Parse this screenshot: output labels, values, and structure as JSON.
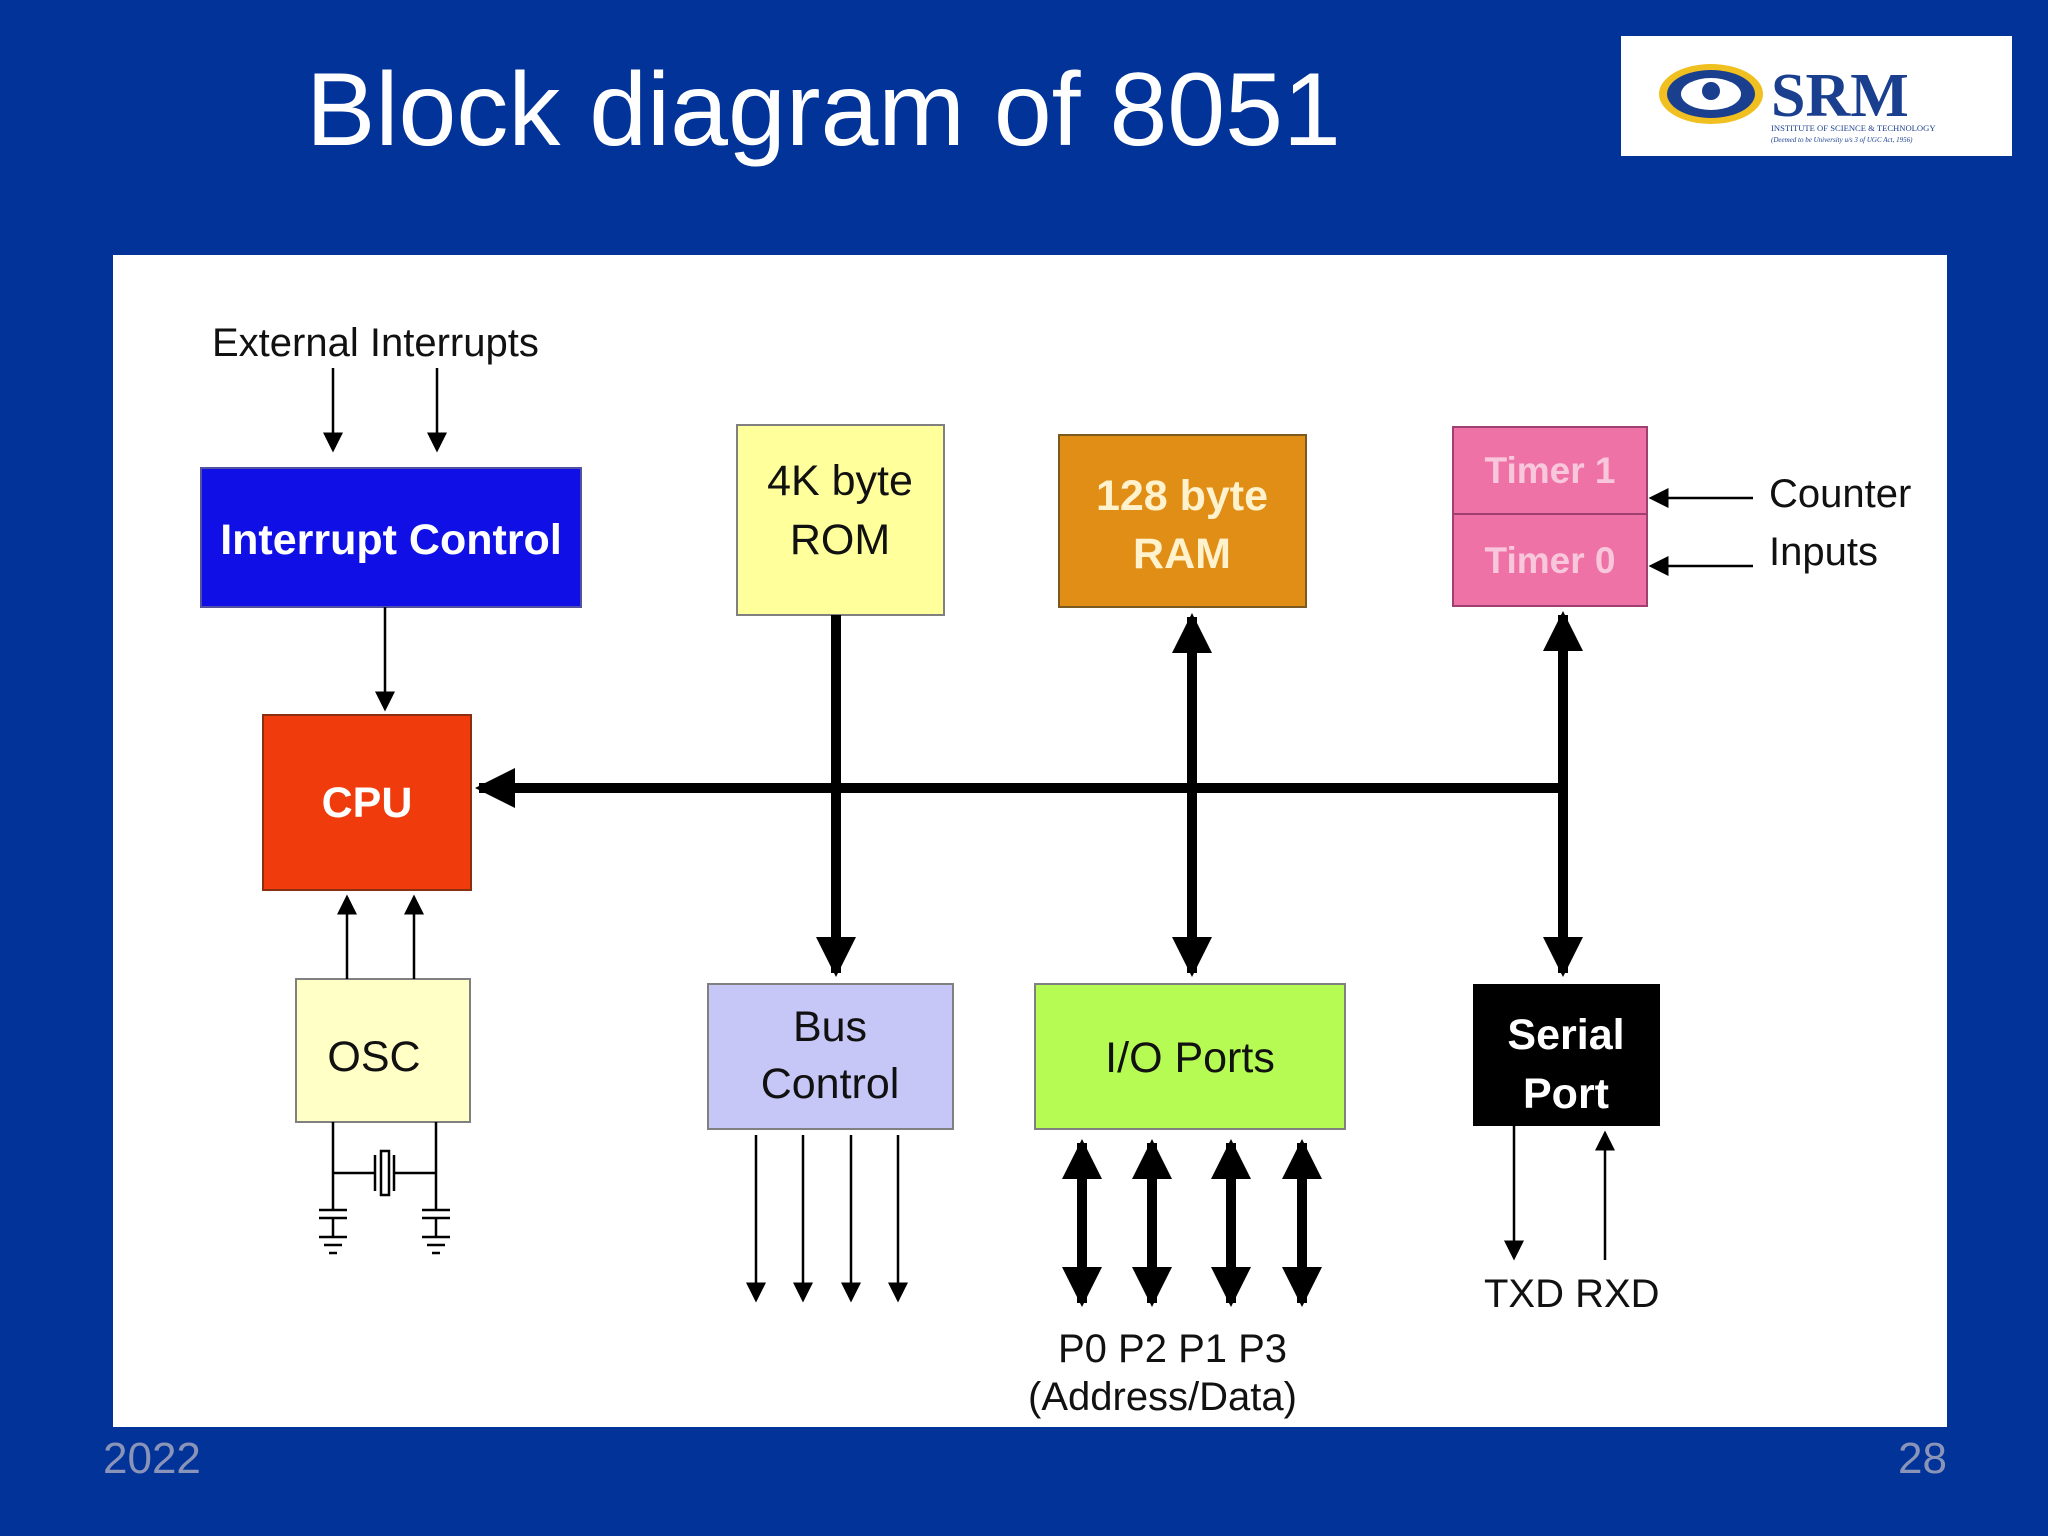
{
  "slide": {
    "title": "Block diagram of 8051",
    "footer_left": "2022",
    "footer_right": "28"
  },
  "logo": {
    "name": "SRM",
    "line1": "INSTITUTE OF SCIENCE & TECHNOLOGY",
    "line2": "(Deemed to be University u/s 3 of UGC Act, 1956)"
  },
  "diagram": {
    "external_interrupts": "External  Interrupts",
    "interrupt_control": "Interrupt Control",
    "cpu": "CPU",
    "osc": "OSC",
    "rom_line1": "4K byte",
    "rom_line2": "ROM",
    "ram_line1": "128 byte",
    "ram_line2": "RAM",
    "timer1": "Timer 1",
    "timer0": "Timer 0",
    "counter_line1": "Counter",
    "counter_line2": "Inputs",
    "bus_line1": "Bus",
    "bus_line2": "Control",
    "io_ports": "I/O Ports",
    "serial_line1": "Serial",
    "serial_line2": "Port",
    "txd_rxd": "TXD RXD",
    "ports": "P0  P2   P1   P3",
    "address_data": "(Address/Data)"
  },
  "colors": {
    "slide_bg": "#023399",
    "interrupt_control": "#1010e6",
    "cpu": "#f03c0c",
    "osc": "#ffffc6",
    "rom": "#ffff9c",
    "ram": "#e18e16",
    "timers": "#ef72a6",
    "bus_control": "#c6c6f7",
    "io_ports": "#b6fa54",
    "serial_port": "#000000"
  }
}
